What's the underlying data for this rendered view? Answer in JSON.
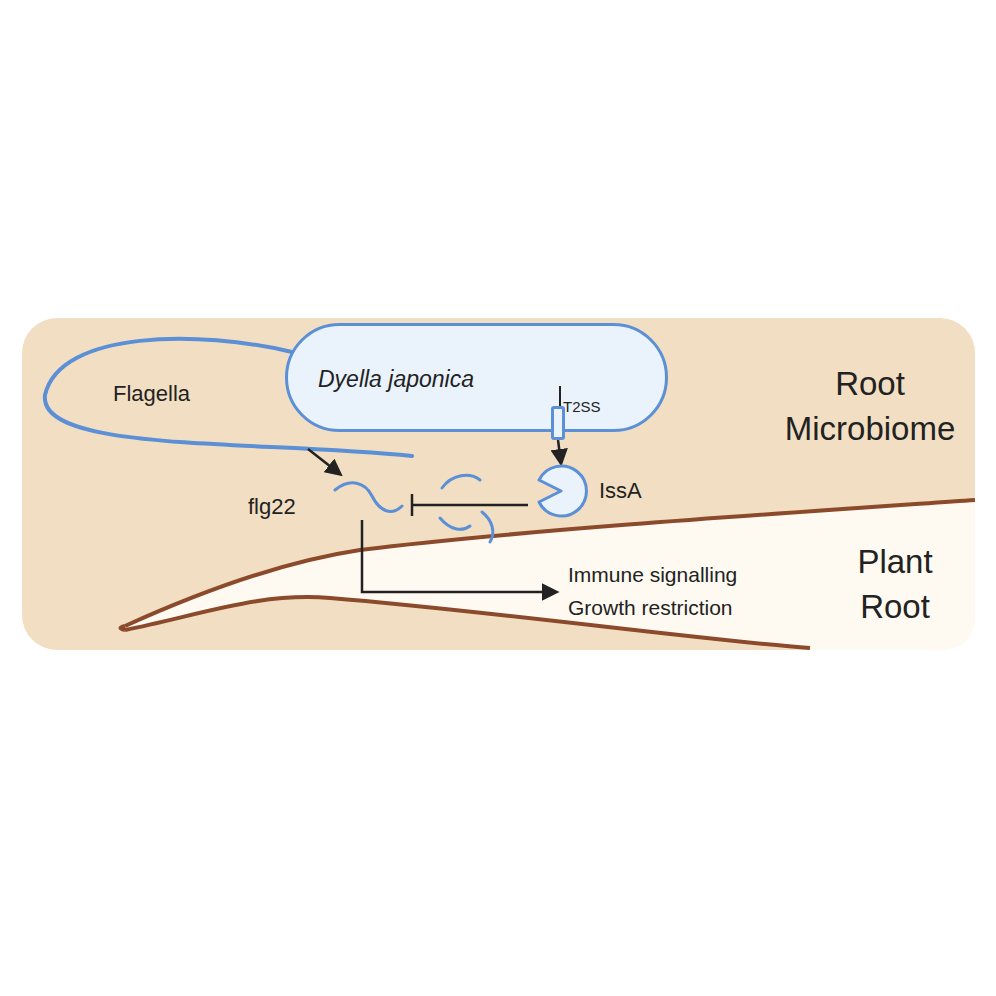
{
  "diagram": {
    "nodes": [
      {
        "text": [
          "Dyella japonica"
        ]
      },
      {
        "text": [
          "T2SS"
        ],
        "in": 0
      },
      {
        "text": [
          "IssA"
        ]
      }
    ],
    "edges": [
      {
        "from": 1,
        "to": 2,
        "arrow": "to"
      }
    ],
    "labels": [
      "Flagella",
      "flg22",
      "Root Microbiome",
      "Immune signalling",
      "Growth restriction",
      "Plant Root"
    ]
  }
}
